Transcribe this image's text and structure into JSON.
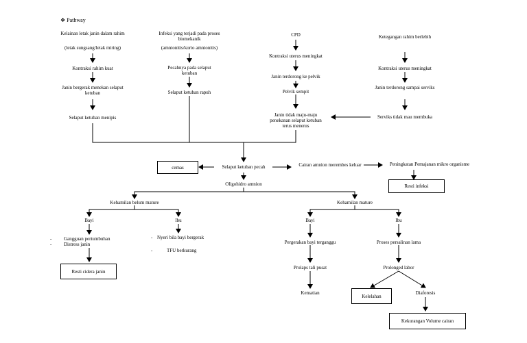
{
  "heading": {
    "bullet": "❖",
    "title": "Pathway"
  },
  "col1": {
    "n1": "Kelainan letak janin dalam rahim",
    "n1b": "(letak sungsang/letak miring)",
    "n2": "Kontraksi rahim kuat",
    "n3": "Janin bergerak menekan selaput ketuban",
    "n4": "Selaput ketuban menipis"
  },
  "col2": {
    "n1": "Infeksi yang terjadi pada proses biomekanik",
    "n1b": "(amnionitis/korio amnionitis)",
    "n2": "Pecahnya pada selaput ketuban",
    "n3": "Selaput ketuban rapuh"
  },
  "col3": {
    "n1": "CPD",
    "n2": "Kontraksi uterus meningkat",
    "n3": "Janin terdorong ke pelvik",
    "n4": "Pelvik sempit",
    "n5": "Janin tidak maju-maju penekanan selaput ketuban terus menerus"
  },
  "col4": {
    "n1": "Ketegangan rahim berlebih",
    "n2": "Kontraksi uterus meningkat",
    "n3": "Janin terdorong sampai serviks",
    "n4": "Serviks tidak mau membuka"
  },
  "center": {
    "cemas": "cemas",
    "pecah": "Selaput ketuban pecah",
    "cairan": "Cairan amnion merembes keluar",
    "peningkatan": "Peningkatan Pemajanan mikro organisme",
    "resti_infeksi": "Resti infeksi",
    "oligo": "Oligohidro amnion"
  },
  "left_branch": {
    "kehamilan": "Kehamilan belum mature",
    "bayi": "Bayi",
    "ibu": "Ibu",
    "bayi_items": [
      "Gangguan pertumbuhan",
      "Distress janin"
    ],
    "ibu_items": [
      "Nyeri bila bayi bergerak",
      "TFU berkurang"
    ],
    "resti_cedera": "Resti cidera janin"
  },
  "right_branch": {
    "kehamilan": "Kehamilan mature",
    "bayi": "Bayi",
    "ibu": "Ibu",
    "pergerakan": "Pergerakan bayi terganggu",
    "prolaps": "Prolaps tali pusat",
    "kematian": "Kematian",
    "proses": "Proses persalinan lama",
    "prolonged": "Prolonged labor",
    "kelelahan": "Kelelahan",
    "diaforesis": "Diaforesis",
    "kekurangan": "Kekurangan Volume cairan"
  }
}
